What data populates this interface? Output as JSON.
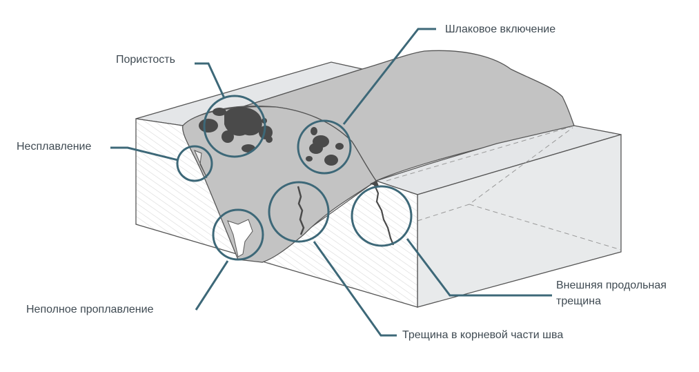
{
  "labels": {
    "porosity": "Пористость",
    "slag_inclusion": "Шлаковое включение",
    "lack_of_fusion": "Несплавление",
    "incomplete_penetration": "Неполное проплавление",
    "root_crack": "Трещина в корневой части шва",
    "longitudinal_crack_line1": "Внешняя продольная",
    "longitudinal_crack_line2": "трещина"
  },
  "colors": {
    "accent": "#3d6878",
    "weld": "#c3c3c3",
    "plate_top": "#e4e6e8",
    "defect": "#4a4a4a",
    "outline": "#555555"
  }
}
